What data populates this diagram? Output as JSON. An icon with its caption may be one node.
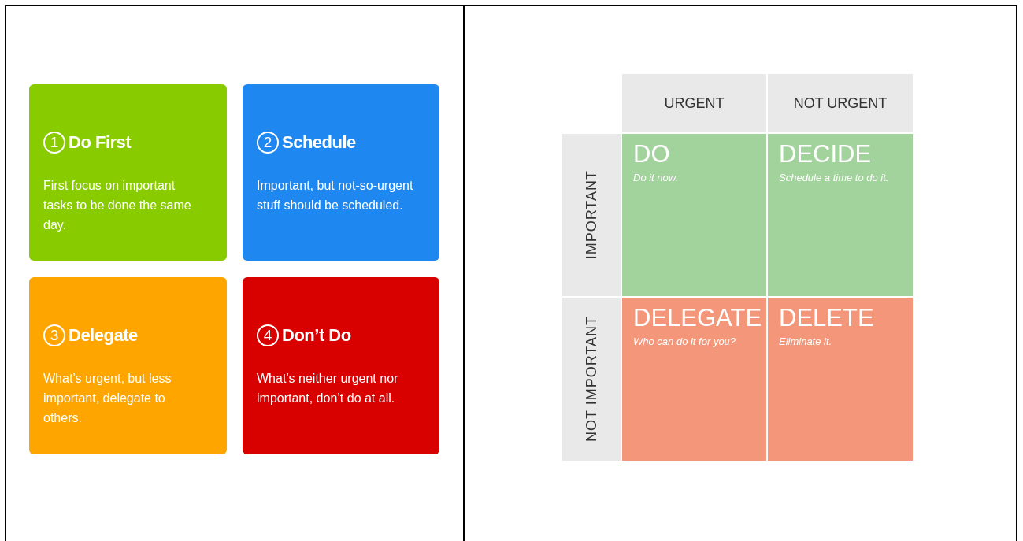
{
  "diagram": {
    "nodes": [
      {
        "text": [
          "1",
          "Do First",
          "First focus on important tasks to be done the same day."
        ]
      },
      {
        "text": [
          "2",
          "Schedule",
          "Important, but not-so-urgent stuff should be scheduled."
        ]
      },
      {
        "text": [
          "3",
          "Delegate",
          "What’s urgent, but less important, delegate to others."
        ]
      },
      {
        "text": [
          "4",
          "Don’t Do",
          "What’s neither urgent nor important, don’t do at all."
        ]
      },
      {
        "text": [
          "URGENT"
        ]
      },
      {
        "text": [
          "NOT URGENT"
        ]
      },
      {
        "text": [
          "IMPORTANT"
        ]
      },
      {
        "text": [
          "DO",
          "Do it now."
        ]
      },
      {
        "text": [
          "DECIDE",
          "Schedule a time to do it."
        ]
      },
      {
        "text": [
          "NOT IMPORTANT"
        ]
      },
      {
        "text": [
          "DELEGATE",
          "Who can do it for you?"
        ]
      },
      {
        "text": [
          "DELETE",
          "Eliminate it."
        ]
      }
    ]
  }
}
